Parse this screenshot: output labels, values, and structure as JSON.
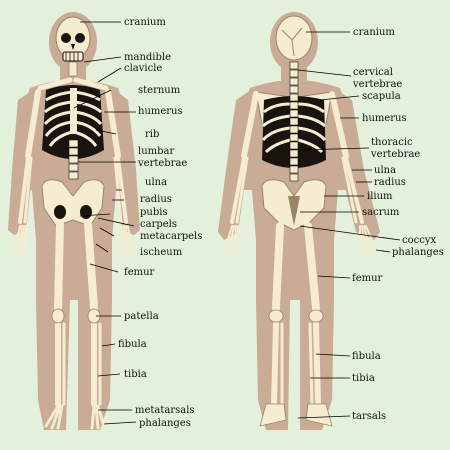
{
  "front_labels": [
    "cranium",
    "mandible",
    "clavicle",
    "sternum",
    "humerus",
    "rib",
    "lumbar",
    "vertebrae",
    "ulna",
    "radius",
    "pubis",
    "carpels",
    "metacarpels",
    "ischeum",
    "femur",
    "patella",
    "fibula",
    "tibia",
    "metatarsals",
    "phalanges"
  ],
  "back_labels": [
    "cranium",
    "cervical",
    "vertebrae",
    "scapula",
    "humerus",
    "thoracic",
    "vertebrae",
    "ulna",
    "radius",
    "ilium",
    "sacrum",
    "coccyx",
    "phalanges",
    "femur",
    "fibula",
    "tibia",
    "tarsals"
  ],
  "colors": {
    "background": "#e2f0dc",
    "silhouette": "#c9ab96",
    "bone": "#f6ecd2",
    "bone_shadow": "#9c8466",
    "dark": "#1a1410",
    "leader": "#000000"
  }
}
